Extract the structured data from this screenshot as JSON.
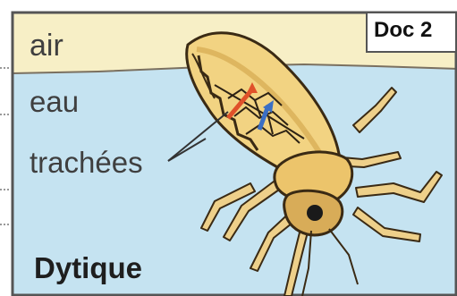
{
  "figure": {
    "doc_label": "Doc 2",
    "labels": {
      "air": "air",
      "water": "eau",
      "tracheae": "trachées",
      "species": "Dytique"
    }
  },
  "colors": {
    "air": "#f7efc6",
    "water": "#c5e3f1",
    "beetle_body": "#f2d382",
    "beetle_outline": "#3a2a14",
    "oxygen_arrow": "#e0512a",
    "co2_arrow": "#3b6fc4"
  },
  "icons": {
    "oxygen_arrow": "red-arrow",
    "co2_arrow": "blue-arrow"
  }
}
